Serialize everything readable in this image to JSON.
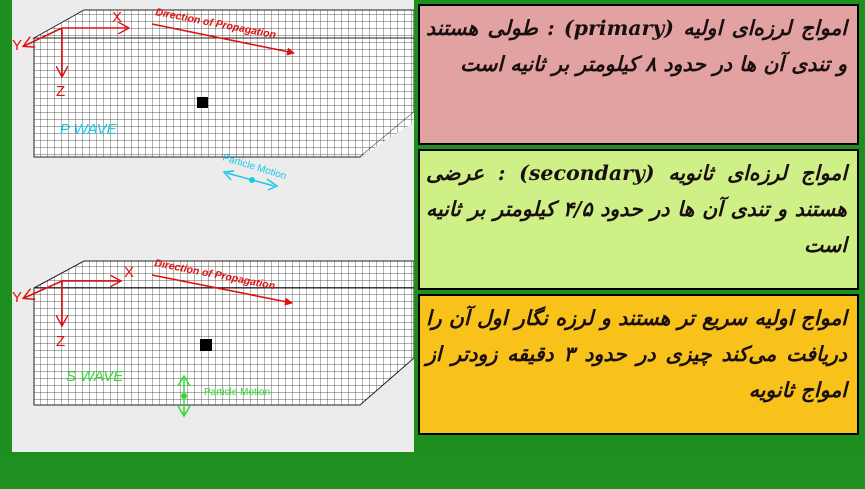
{
  "figure": {
    "p_panel": {
      "x_label": "X",
      "y_label": "Y",
      "z_label": "Z",
      "propagation_label": "Direction of Propagation",
      "wave_label": "P WAVE",
      "motion_label": "Particle Motion"
    },
    "s_panel": {
      "x_label": "X",
      "y_label": "Y",
      "z_label": "Z",
      "propagation_label": "Direction of Propagation",
      "wave_label": "S WAVE",
      "motion_label": "Particle Motion"
    }
  },
  "boxes": {
    "primary": "امواج لرزه‌ای اولیه (primary) : طولی هستند و تندی آن ها در حدود ۸ کیلومتر بر ثانیه است",
    "secondary": "امواج لرزه‌ای ثانویه (secondary) : عرضی هستند و تندی آن ها در حدود ۴/۵ کیلومتر بر ثانیه است",
    "summary": "امواج اولیه سریع تر هستند و لرزه نگار اول آن را دریافت می‌کند چیزی در حدود ۳ دقیقه زودتر از امواج ثانویه"
  },
  "colors": {
    "primary_box": "#e3a2a2",
    "secondary_box": "#cfef87",
    "summary_box": "#f8c21a",
    "background_green": "#1e8f1e",
    "figure_background": "#ececec",
    "axis_red": "#e01010",
    "wave_label_cyan": "#19c9e6",
    "wave_label_green": "#2fdc2f"
  }
}
